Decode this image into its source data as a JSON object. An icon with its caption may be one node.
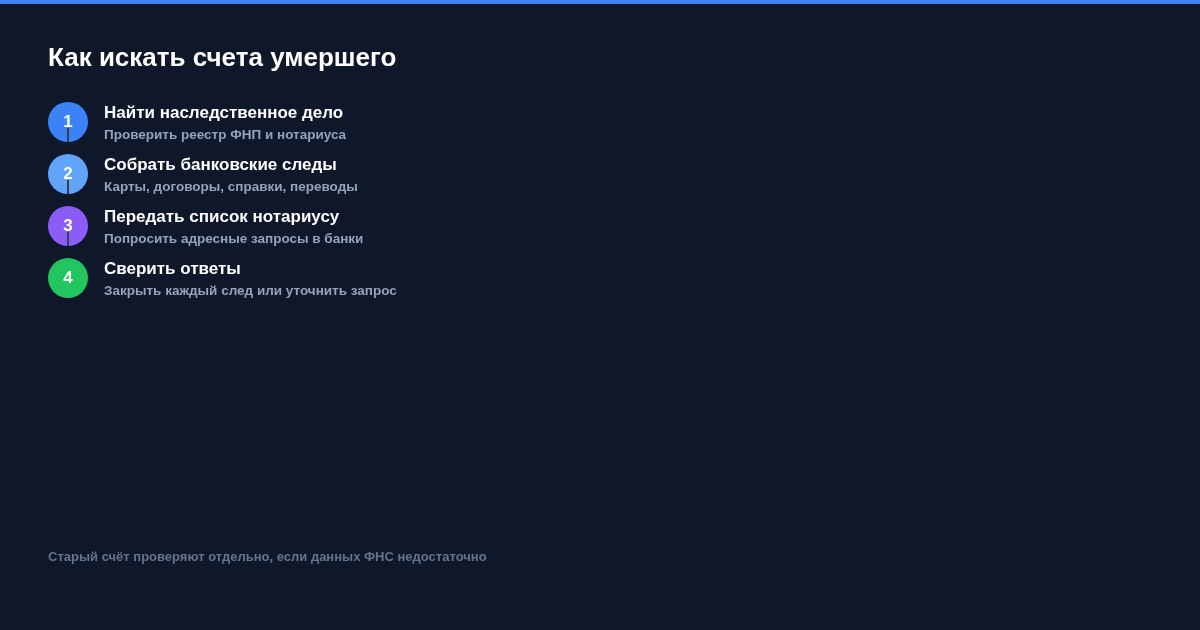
{
  "diagram": {
    "title": "Как искать счета умершего",
    "nodes": [
      {
        "text": [
          "1"
        ],
        "beside": [
          "Найти наследственное дело",
          "Проверить реестр ФНП и нотариуса"
        ]
      },
      {
        "text": [
          "2"
        ],
        "beside": [
          "Собрать банковские следы",
          "Карты, договоры, справки, переводы"
        ]
      },
      {
        "text": [
          "3"
        ],
        "beside": [
          "Передать список нотариусу",
          "Попросить адресные запросы в банки"
        ]
      },
      {
        "text": [
          "4"
        ],
        "beside": [
          "Сверить ответы",
          "Закрыть каждый след или уточнить запрос"
        ]
      }
    ],
    "labels": [
      "Старый счёт проверяют отдельно, если данных ФНС недостаточно"
    ]
  }
}
